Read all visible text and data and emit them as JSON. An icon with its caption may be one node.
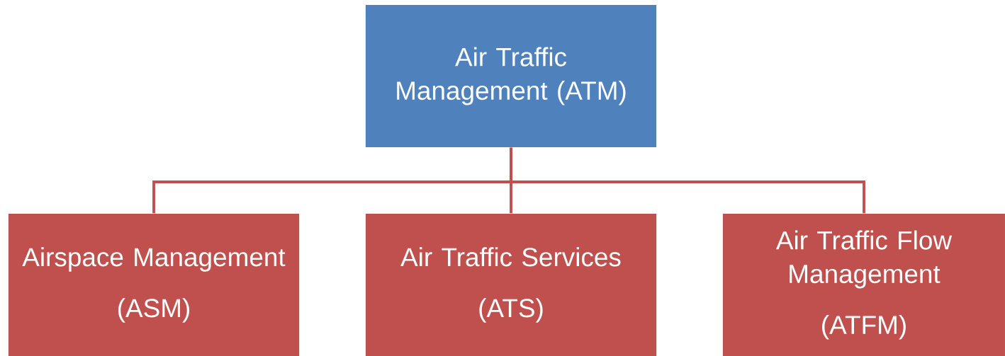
{
  "diagram": {
    "nodes": [
      {
        "text": [
          "Air Traffic Management (ATM)"
        ]
      },
      {
        "text": [
          "Airspace Management",
          "(ASM)"
        ]
      },
      {
        "text": [
          "Air Traffic Services",
          "(ATS)"
        ]
      },
      {
        "text": [
          "Air Traffic Flow Management",
          "(ATFM)"
        ]
      }
    ],
    "edges": [
      {
        "from": 0,
        "to": 1,
        "arrow": "none"
      },
      {
        "from": 0,
        "to": 2,
        "arrow": "none"
      },
      {
        "from": 0,
        "to": 3,
        "arrow": "none"
      }
    ]
  }
}
